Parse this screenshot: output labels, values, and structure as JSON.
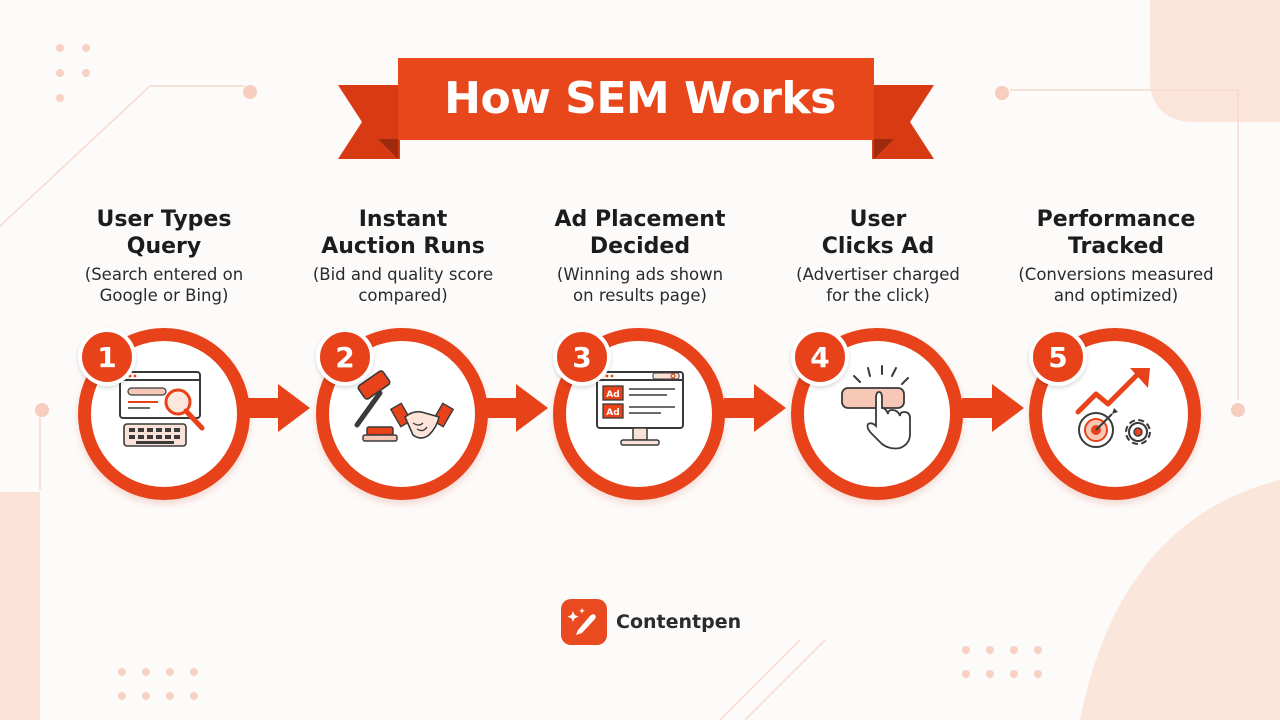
{
  "title": "How SEM Works",
  "colors": {
    "accent": "#e8421b",
    "light_accent": "#f9d8cc",
    "text": "#1c1c1c",
    "background": "#fdfbfa"
  },
  "steps": [
    {
      "number": "1",
      "title_lines": [
        "User Types",
        "Query"
      ],
      "desc_lines": [
        "(Search entered on",
        "Google or Bing)"
      ],
      "icon": "search-browser-keyboard-icon"
    },
    {
      "number": "2",
      "title_lines": [
        "Instant",
        "Auction Runs"
      ],
      "desc_lines": [
        "(Bid and quality score",
        "compared)"
      ],
      "icon": "gavel-handshake-icon"
    },
    {
      "number": "3",
      "title_lines": [
        "Ad Placement",
        "Decided"
      ],
      "desc_lines": [
        "(Winning ads shown",
        "on results page)"
      ],
      "icon": "monitor-ads-icon",
      "icon_labels": [
        "Ad",
        "Ad"
      ]
    },
    {
      "number": "4",
      "title_lines": [
        "User",
        "Clicks Ad"
      ],
      "desc_lines": [
        "(Advertiser charged",
        "for the click)"
      ],
      "icon": "hand-click-button-icon"
    },
    {
      "number": "5",
      "title_lines": [
        "Performance",
        "Tracked"
      ],
      "desc_lines": [
        "(Conversions measured",
        "and optimized)"
      ],
      "icon": "growth-target-gear-icon"
    }
  ],
  "brand": {
    "name": "Contentpen",
    "logo_icon": "pen-sparkle-icon"
  }
}
